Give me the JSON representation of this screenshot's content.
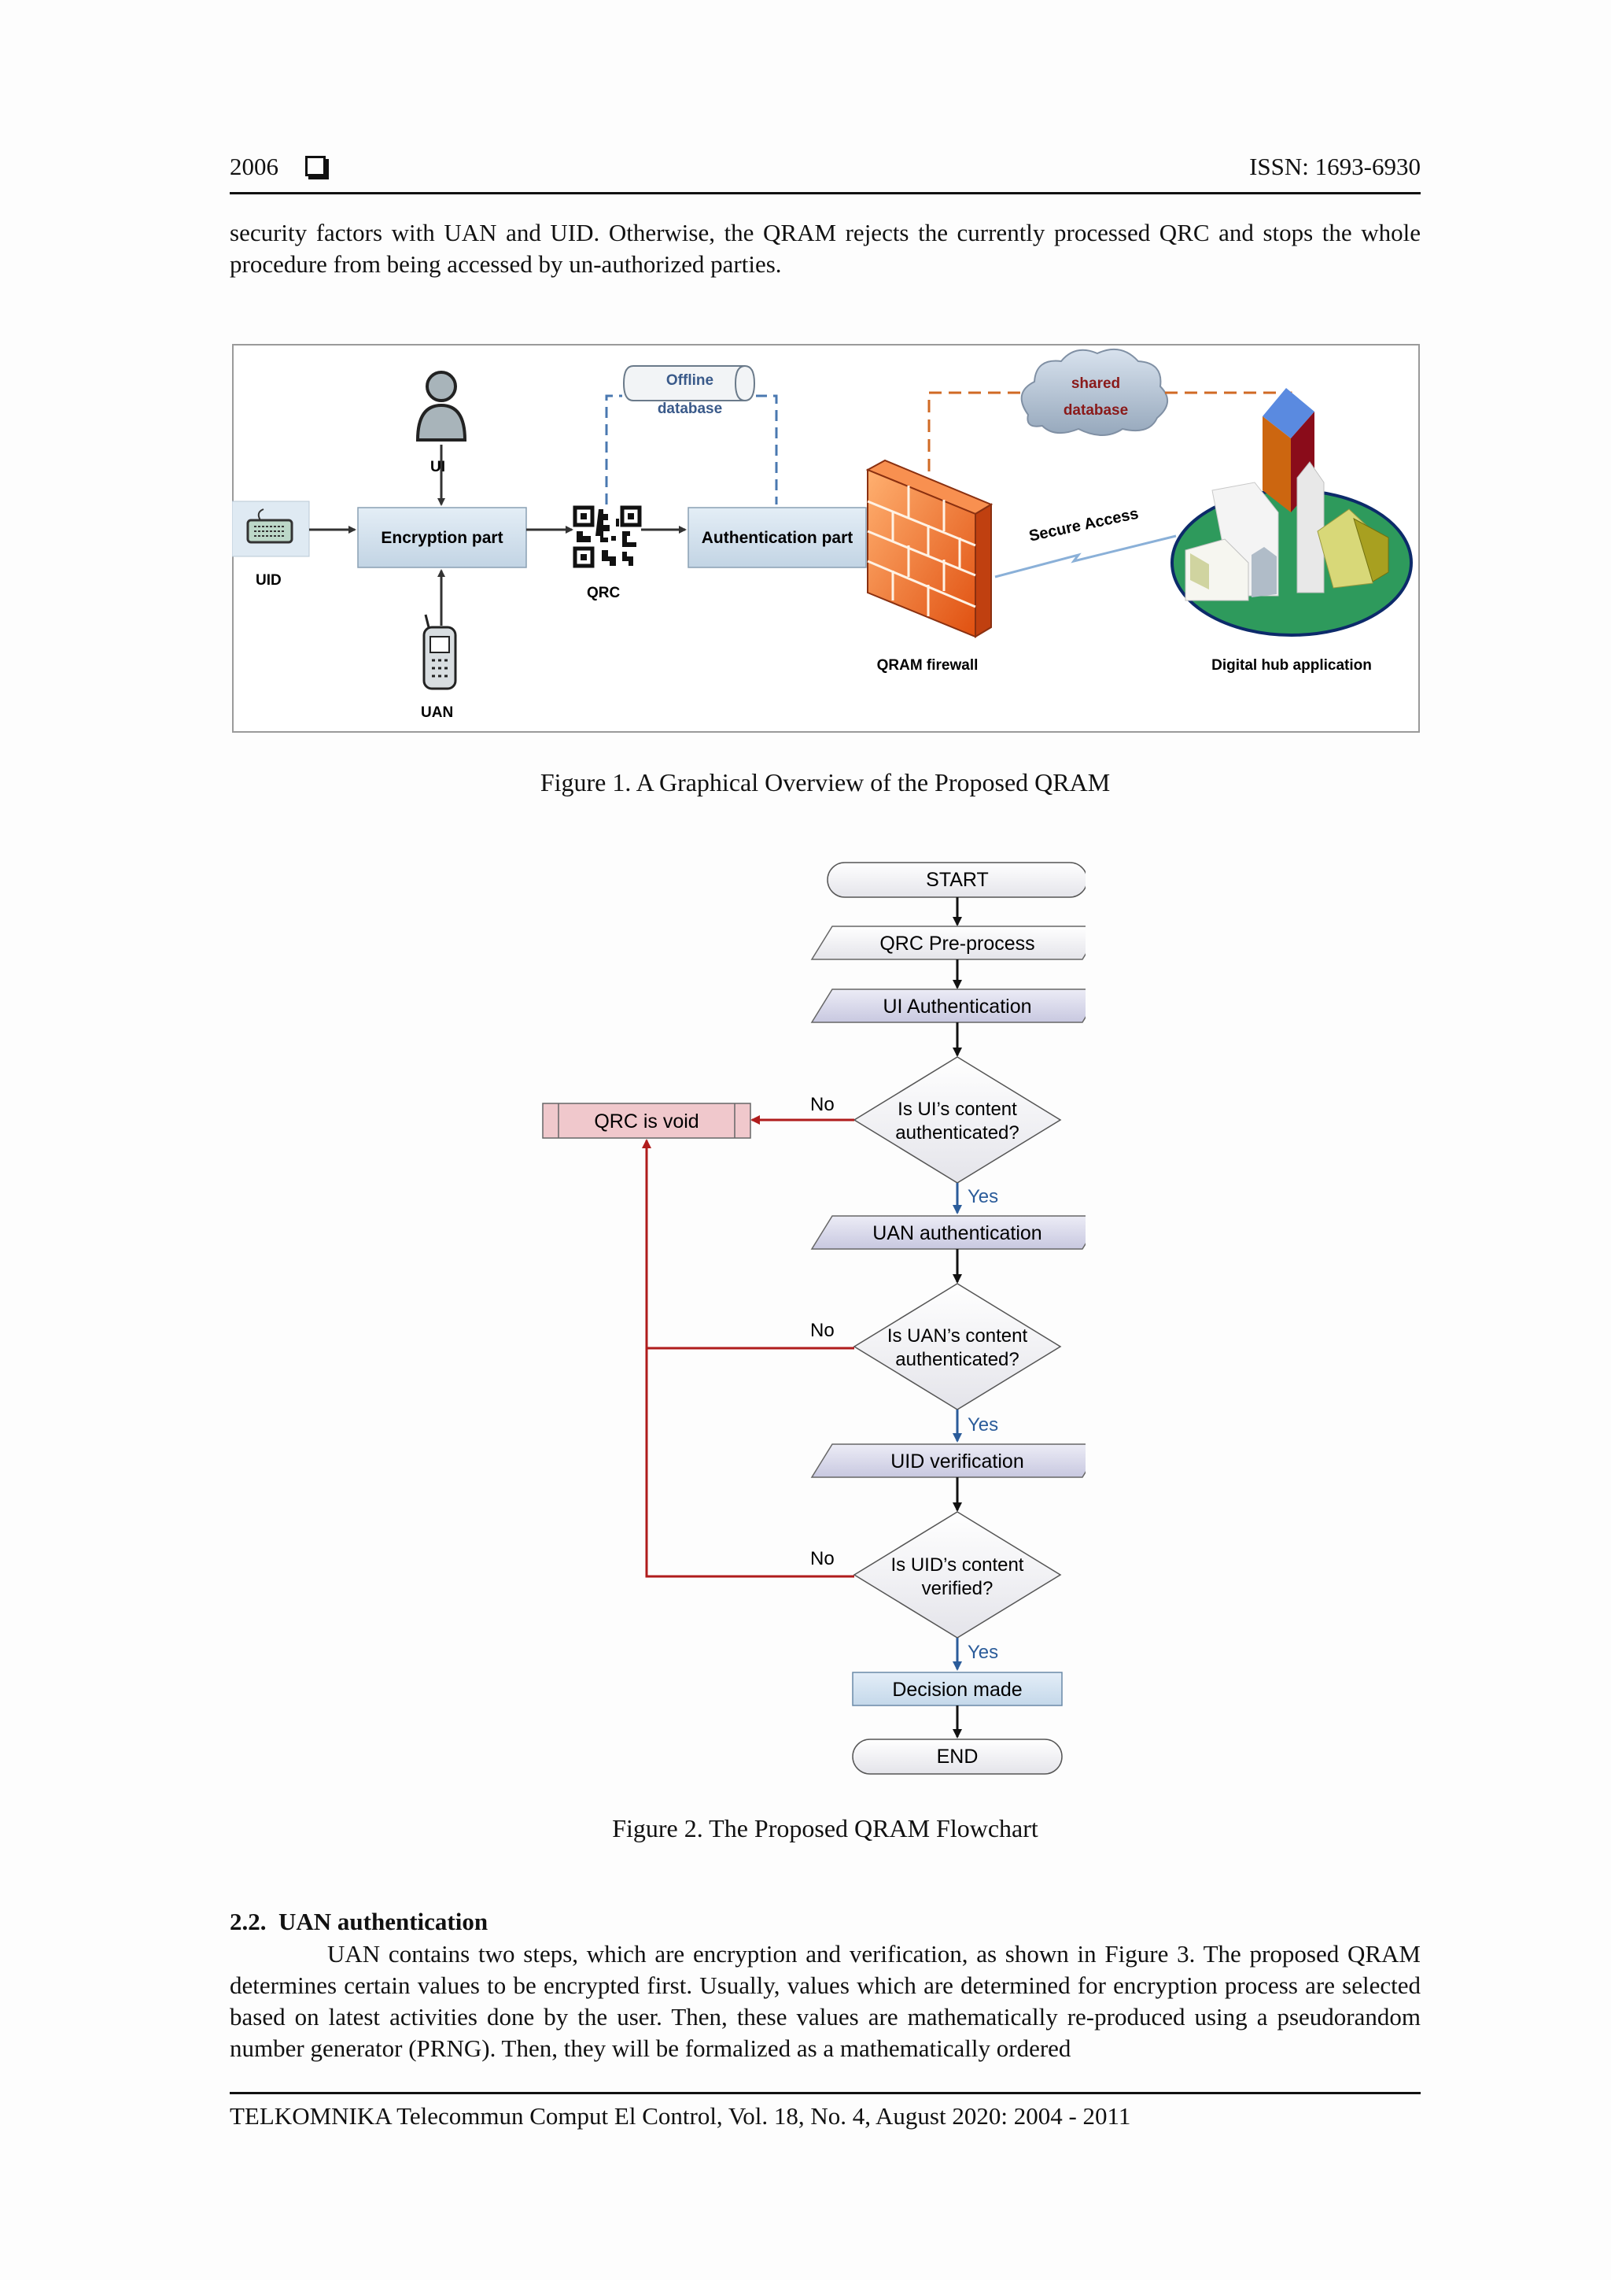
{
  "header": {
    "page_number": "2006",
    "issn": "ISSN: 1693-6930"
  },
  "intro_paragraph": "security factors with UAN and UID. Otherwise, the QRAM rejects the currently processed QRC and stops the whole procedure from being accessed by un-authorized parties.",
  "figure1": {
    "caption": "Figure 1. A Graphical Overview of the Proposed QRAM",
    "labels": {
      "ui": "UI",
      "uid": "UID",
      "uan": "UAN",
      "qrc": "QRC",
      "encryption": "Encryption part",
      "authentication": "Authentication part",
      "offline_db_1": "Offline",
      "offline_db_2": "database",
      "shared_db_1": "shared",
      "shared_db_2": "database",
      "secure_access": "Secure Access",
      "firewall": "QRAM firewall",
      "digital_hub": "Digital hub application"
    },
    "icons": [
      "user-icon",
      "keyboard-icon",
      "phone-icon",
      "qr-code-icon",
      "firewall-icon",
      "cloud-icon",
      "buildings-icon"
    ]
  },
  "figure2": {
    "caption": "Figure 2. The Proposed QRAM Flowchart",
    "start": "START",
    "qrc_preprocess": "QRC Pre-process",
    "ui_auth": "UI Authentication",
    "q1_line1": "Is UI’s content",
    "q1_line2": "authenticated?",
    "uan_auth": "UAN authentication",
    "q2_line1": "Is UAN’s content",
    "q2_line2": "authenticated?",
    "uid_verify": "UID verification",
    "q3_line1": "Is UID’s content",
    "q3_line2": "verified?",
    "decision": "Decision made",
    "end": "END",
    "void": "QRC is void",
    "no": "No",
    "yes": "Yes",
    "colors": {
      "reject": "#b01c1c",
      "yes_arrow": "#2b5c9a",
      "process_fill": "#dcdcee",
      "decision_fill": "#d8e8f4",
      "void_fill": "#f0c8cc"
    }
  },
  "section": {
    "number": "2.2.",
    "title": "UAN authentication"
  },
  "section_paragraph": "UAN contains two steps, which are encryption and verification, as shown in Figure 3. The proposed QRAM determines certain values to be encrypted first. Usually, values which are determined for encryption process are selected based on latest activities done by the user. Then, these values are mathematically re-produced using a pseudorandom number generator (PRNG). Then, they will be formalized as a mathematically ordered",
  "footer": "TELKOMNIKA Telecommun Comput El Control, Vol. 18, No. 4, August 2020:  2004 - 2011"
}
